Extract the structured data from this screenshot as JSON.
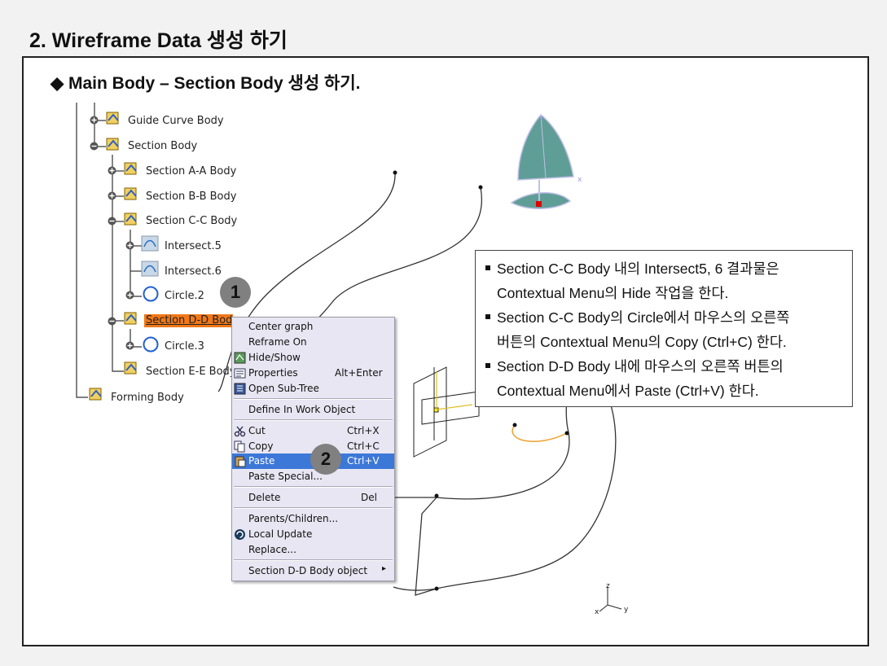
{
  "page": {
    "title": "2. Wireframe Data 생성 하기",
    "subtitle": "Main Body – Section Body 생성 하기."
  },
  "tree": {
    "items": [
      {
        "label": "Guide Curve Body"
      },
      {
        "label": "Section Body"
      },
      {
        "label": "Section A-A Body"
      },
      {
        "label": "Section B-B Body"
      },
      {
        "label": "Section C-C Body"
      },
      {
        "label": "Intersect.5"
      },
      {
        "label": "Intersect.6"
      },
      {
        "label": "Circle.2"
      },
      {
        "label": "Section D-D Body"
      },
      {
        "label": "Circle.3"
      },
      {
        "label": "Section E-E Body"
      },
      {
        "label": "Forming Body"
      }
    ]
  },
  "badges": [
    "1",
    "2"
  ],
  "context_menu": {
    "items": [
      {
        "label": "Center graph",
        "shortcut": ""
      },
      {
        "label": "Reframe On",
        "shortcut": ""
      },
      {
        "label": "Hide/Show",
        "shortcut": ""
      },
      {
        "label": "Properties",
        "shortcut": "Alt+Enter"
      },
      {
        "label": "Open Sub-Tree",
        "shortcut": ""
      },
      {
        "label": "Define In Work Object",
        "shortcut": ""
      },
      {
        "label": "Cut",
        "shortcut": "Ctrl+X"
      },
      {
        "label": "Copy",
        "shortcut": "Ctrl+C"
      },
      {
        "label": "Paste",
        "shortcut": "Ctrl+V"
      },
      {
        "label": "Paste Special...",
        "shortcut": ""
      },
      {
        "label": "Delete",
        "shortcut": "Del"
      },
      {
        "label": "Parents/Children...",
        "shortcut": ""
      },
      {
        "label": "Local Update",
        "shortcut": ""
      },
      {
        "label": "Replace...",
        "shortcut": ""
      },
      {
        "label": "Section D-D Body object",
        "shortcut": ""
      }
    ],
    "highlighted": "Paste"
  },
  "note": {
    "lines": [
      "Section C-C Body 내의 Intersect5, 6 결과물은",
      "Contextual Menu의 Hide 작업을 한다.",
      "Section C-C Body의 Circle에서 마우스의 오른쪽",
      "버튼의 Contextual Menu의 Copy (Ctrl+C) 한다.",
      "Section D-D Body 내에 마우스의 오른쪽 버튼의",
      "Contextual Menu에서 Paste (Ctrl+V) 한다."
    ]
  },
  "axes": {
    "x": "x",
    "y": "y",
    "z": "z"
  },
  "colors": {
    "selection": "#f07818",
    "menu_highlight": "#3c78d8",
    "badge": "#808080",
    "compass": "#5f9e96",
    "arc": "#f0a030"
  }
}
